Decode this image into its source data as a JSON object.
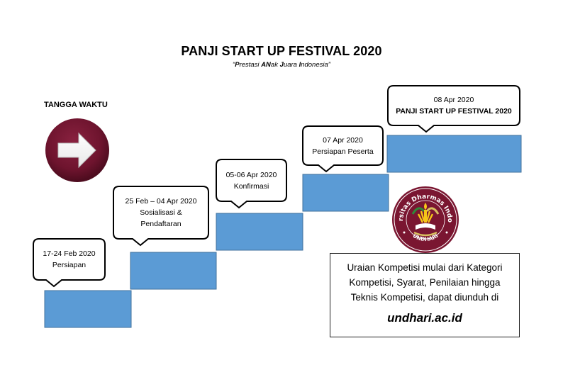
{
  "header": {
    "title": "PANJI START UP FESTIVAL 2020",
    "subtitle_parts": [
      {
        "text": "“",
        "bold": false
      },
      {
        "text": "P",
        "bold": true
      },
      {
        "text": "restasi ",
        "bold": false
      },
      {
        "text": "AN",
        "bold": true
      },
      {
        "text": "ak ",
        "bold": false
      },
      {
        "text": "J",
        "bold": true
      },
      {
        "text": "uara ",
        "bold": false
      },
      {
        "text": "I",
        "bold": true
      },
      {
        "text": "ndonesia”",
        "bold": false
      }
    ]
  },
  "timeline_label": "TANGGA WAKTU",
  "arrow_icon": "right-arrow-icon",
  "colors": {
    "step_fill": "#5b9bd5",
    "step_stroke": "#41719c",
    "brand_maroon": "#7a1631",
    "callout_stroke": "#000000"
  },
  "steps": [
    {
      "date": "17-24 Feb 2020",
      "label": "Persiapan"
    },
    {
      "date": "25 Feb – 04 Apr 2020",
      "label": "Sosialisasi &",
      "label2": "Pendaftaran"
    },
    {
      "date": "05-06 Apr 2020",
      "label": "Konfirmasi"
    },
    {
      "date": "07 Apr 2020",
      "label": "Persiapan Peserta"
    },
    {
      "date": "08 Apr 2020",
      "label": "PANJI START UP FESTIVAL 2020",
      "label_bold": true
    }
  ],
  "logo": {
    "arc_text": "Universitas Dharmas Indonesia",
    "bottom_text": "UNDHARI"
  },
  "info": {
    "lines": [
      "Uraian Kompetisi mulai dari Kategori",
      "Kompetisi, Syarat, Penilaian hingga",
      "Teknis Kompetisi, dapat diunduh di"
    ],
    "link": "undhari.ac.id"
  }
}
